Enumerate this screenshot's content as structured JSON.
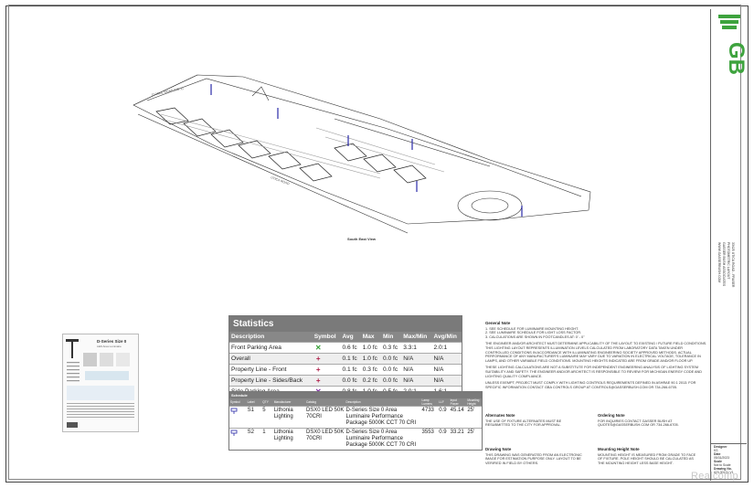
{
  "titleblock": {
    "logo_text": "GB",
    "project_lines": [
      "33425 UTICA ROAD - FRASER",
      "PHOTOMETRIC LAYOUT",
      "GASSER BUSH ASSOCIATES",
      "WWW.GASSERBUSH.COM"
    ],
    "designer_label": "Designer",
    "designer_value": "KS",
    "date_label": "Date",
    "date_value": "05/31/2023",
    "scale_label": "Scale",
    "scale_value": "Not to Scale",
    "drawing_label": "Drawing No.",
    "drawing_value": "#23-30131-V1"
  },
  "plan": {
    "caption": "South East View",
    "road_label": "UTICA ROAD",
    "street_label": "15 MILE ROAD (RD 1)"
  },
  "cutsheet": {
    "title": "D-Series Size 0",
    "subtitle": "LED Area Luminaire"
  },
  "statistics": {
    "title": "Statistics",
    "headers": [
      "Description",
      "Symbol",
      "Avg",
      "Max",
      "Min",
      "Max/Min",
      "Avg/Min"
    ],
    "rows": [
      {
        "description": "Front Parking Area",
        "symbol": "✕",
        "color": "#3aa13a",
        "avg": "0.6 fc",
        "max": "1.0 fc",
        "min": "0.3 fc",
        "maxmin": "3.3:1",
        "avgmin": "2.0:1"
      },
      {
        "description": "Overall",
        "symbol": "+",
        "color": "#b0204a",
        "avg": "0.1 fc",
        "max": "1.0 fc",
        "min": "0.0 fc",
        "maxmin": "N/A",
        "avgmin": "N/A"
      },
      {
        "description": "Property Line - Front",
        "symbol": "+",
        "color": "#b0204a",
        "avg": "0.1 fc",
        "max": "0.3 fc",
        "min": "0.0 fc",
        "maxmin": "N/A",
        "avgmin": "N/A"
      },
      {
        "description": "Property Line - Sides/Back",
        "symbol": "+",
        "color": "#b0204a",
        "avg": "0.0 fc",
        "max": "0.2 fc",
        "min": "0.0 fc",
        "maxmin": "N/A",
        "avgmin": "N/A"
      },
      {
        "description": "Side Parking Area",
        "symbol": "✕",
        "color": "#7b2aa0",
        "avg": "0.8 fc",
        "max": "1.0 fc",
        "min": "0.5 fc",
        "maxmin": "2.0:1",
        "avgmin": "1.6:1"
      }
    ]
  },
  "schedule": {
    "title": "Schedule",
    "headers": [
      "Symbol",
      "Label",
      "QTY",
      "Manufacturer",
      "Catalog",
      "Description",
      "Lamp Lumens",
      "LLF",
      "Input Power",
      "Mounting Height"
    ],
    "rows": [
      {
        "label": "S1",
        "qty": "5",
        "manufacturer": "Lithonia Lighting",
        "catalog": "DSX0 LED 50K 70CRI",
        "description": "D-Series Size 0 Area Luminaire Performance Package 5000K CCT 70 CRI",
        "lumens": "4733",
        "llf": "0.9",
        "power": "45.14",
        "height": "25'"
      },
      {
        "label": "S2",
        "qty": "1",
        "manufacturer": "Lithonia Lighting",
        "catalog": "DSX0 LED 50K 70CRI",
        "description": "D-Series Size 0 Area Luminaire Performance Package 5000K CCT 70 CRI",
        "lumens": "3553",
        "llf": "0.9",
        "power": "33.21",
        "height": "25'"
      }
    ]
  },
  "general_note": {
    "title": "General Note",
    "items": [
      "1. SEE SCHEDULE FOR LUMINAIRE MOUNTING HEIGHT.",
      "2. SEE LUMINAIRE SCHEDULE FOR LIGHT LOSS FACTOR.",
      "3. CALCULATIONS ARE SHOWN IN FOOTCANDLES AT: 0' - 0\""
    ],
    "para1": "THE ENGINEER AND/OR ARCHITECT MUST DETERMINE APPLICABILITY OF THE LAYOUT TO EXISTING / FUTURE FIELD CONDITIONS. THIS LIGHTING LAYOUT REPRESENTS ILLUMINATION LEVELS CALCULATED FROM LABORATORY DATA TAKEN UNDER CONTROLLED CONDITIONS IN ACCORDANCE WITH ILLUMINATING ENGINEERING SOCIETY APPROVED METHODS. ACTUAL PERFORMANCE OF ANY MANUFACTURER'S LUMINAIRE MAY VARY DUE TO VARIATION IN ELECTRICAL VOLTAGE, TOLERANCE IN LAMPS, AND OTHER VARIABLE FIELD CONDITIONS. MOUNTING HEIGHTS INDICATED ARE FROM GRADE AND/OR FLOOR UP.",
    "para2": "THESE LIGHTING CALCULATIONS ARE NOT A SUBSTITUTE FOR INDEPENDENT ENGINEERING ANALYSIS OF LIGHTING SYSTEM SUITABILITY AND SAFETY. THE ENGINEER AND/OR ARCHITECT IS RESPONSIBLE TO REVIEW FOR MICHIGAN ENERGY CODE AND LIGHTING QUALITY COMPLIANCE.",
    "para3": "UNLESS EXEMPT, PROJECT MUST COMPLY WITH LIGHTING CONTROLS REQUIREMENTS DEFINED IN ASHRAE 90.1 2013. FOR SPECIFIC INFORMATION CONTACT GBA CONTROLS GROUP AT CONTROLS@GASSERBUSH.COM OR 734-266-6705."
  },
  "alternates_note": {
    "title": "Alternates Note",
    "text": "THE USE OF FIXTURE ALTERNATES MUST BE RESUBMITTED TO THE CITY FOR APPROVAL."
  },
  "ordering_note": {
    "title": "Ordering Note",
    "text": "FOR INQUIRIES CONTACT GASSER BUSH AT QUOTES@GASSERBUSH.COM OR 734-266-6705."
  },
  "drawing_note": {
    "title": "Drawing Note",
    "text": "THIS DRAWING WAS GENERATED FROM AN ELECTRONIC IMAGE FOR ESTIMATION PURPOSE ONLY. LAYOUT TO BE VERIFIED IN FIELD BY OTHERS."
  },
  "mounting_note": {
    "title": "Mounting Height Note",
    "text": "MOUNTING HEIGHT IS MEASURED FROM GRADE TO FACE OF FIXTURE. POLE HEIGHT SHOULD BE CALCULATED AS THE MOUNTING HEIGHT LESS BASE HEIGHT."
  },
  "watermark": "Realcomp"
}
